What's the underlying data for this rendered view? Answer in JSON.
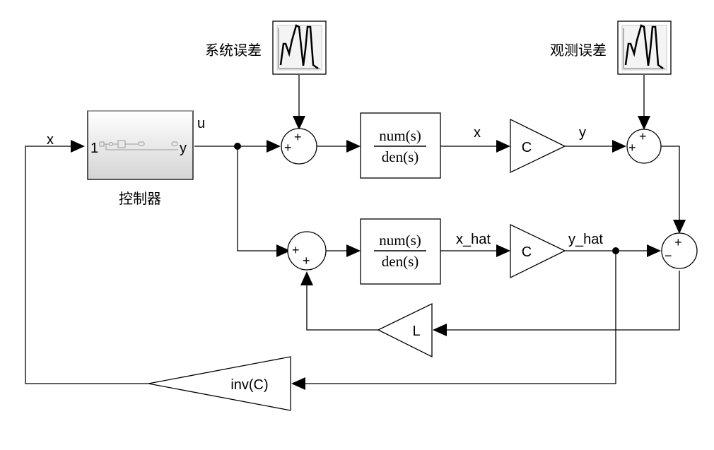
{
  "diagram": {
    "signals": {
      "x_in": "x",
      "u": "u",
      "x": "x",
      "y": "y",
      "x_hat": "x_hat",
      "y_hat": "y_hat"
    },
    "blocks": {
      "controller": {
        "name": "控制器",
        "port_in": "1",
        "port_out": "y"
      },
      "scope_system": {
        "name": "系统误差",
        "icon": "scope-icon"
      },
      "scope_observe": {
        "name": "观测误差",
        "icon": "scope-icon"
      },
      "tf_plant": {
        "numerator": "num(s)",
        "denominator": "den(s)"
      },
      "tf_observer": {
        "numerator": "num(s)",
        "denominator": "den(s)"
      },
      "gain_c1": {
        "label": "C"
      },
      "gain_c2": {
        "label": "C"
      },
      "gain_l": {
        "label": "L"
      },
      "gain_invc": {
        "label": "inv(C)"
      }
    },
    "sums": {
      "sum1": {
        "signs": [
          "+",
          "+"
        ]
      },
      "sum2": {
        "signs": [
          "+",
          "+"
        ]
      },
      "sum3": {
        "signs": [
          "+",
          "+"
        ]
      },
      "sum4": {
        "signs": [
          "+",
          "−"
        ]
      }
    }
  }
}
